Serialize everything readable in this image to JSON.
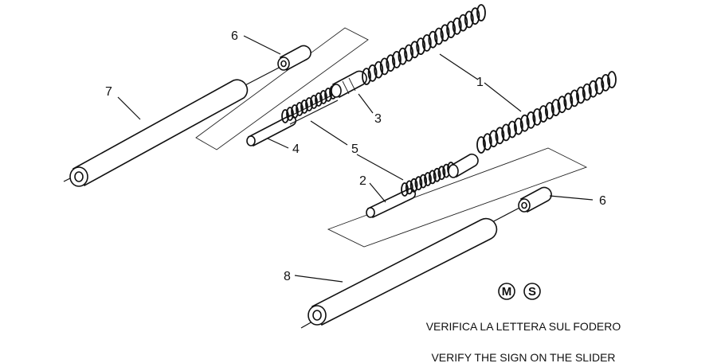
{
  "callouts": {
    "c1": "1",
    "c2": "2",
    "c3": "3",
    "c4": "4",
    "c5": "5",
    "c6a": "6",
    "c6b": "6",
    "c7": "7",
    "c8": "8"
  },
  "size_marks": {
    "m": "M",
    "s": "S"
  },
  "notes": {
    "italian": "VERIFICA LA LETTERA SUL FODERO",
    "english": "VERIFY THE SIGN ON THE SLIDER"
  }
}
